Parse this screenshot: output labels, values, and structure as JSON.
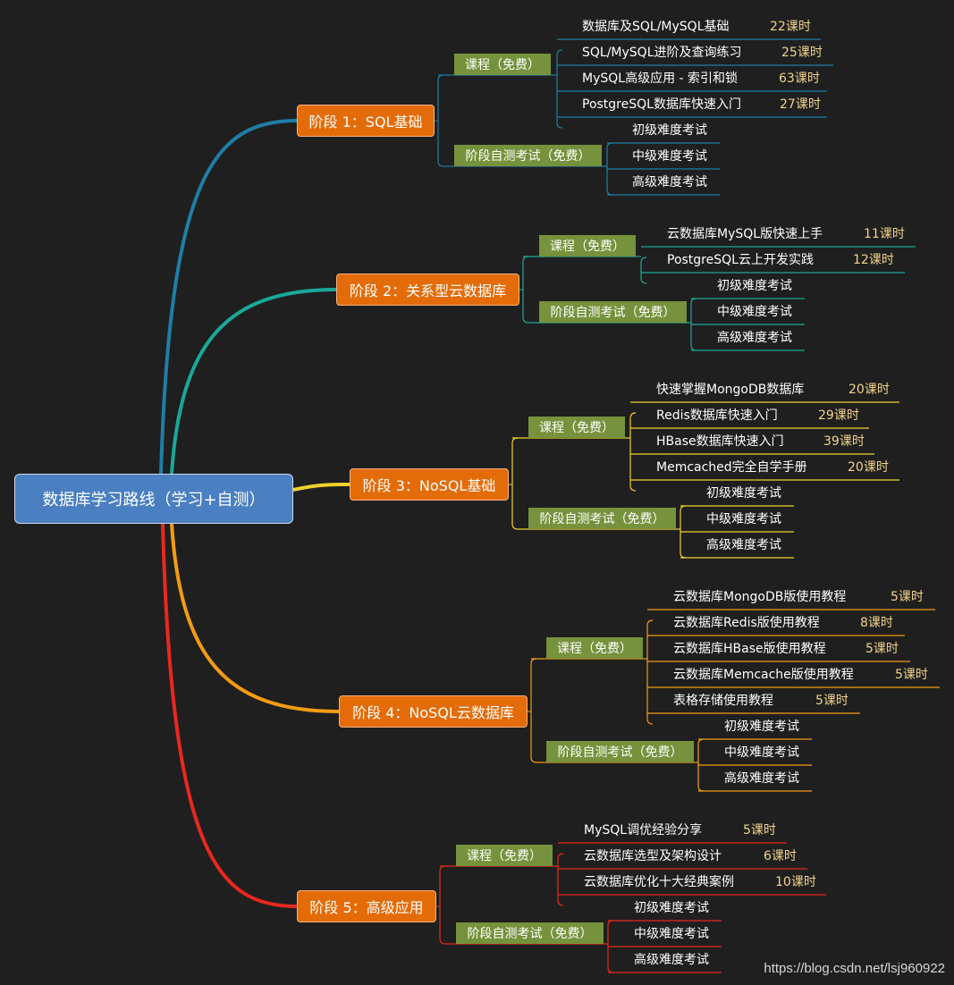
{
  "root": {
    "label": "数据库学习路线（学习+自测）"
  },
  "stages": [
    {
      "label": "阶段 1：SQL基础",
      "color": "#1f7ea6",
      "course_label": "课程（免费）",
      "courses": [
        {
          "name": "数据库及SQL/MySQL基础",
          "hours": "22课时"
        },
        {
          "name": "SQL/MySQL进阶及查询练习",
          "hours": "25课时"
        },
        {
          "name": "MySQL高级应用 - 索引和锁",
          "hours": "63课时"
        },
        {
          "name": "PostgreSQL数据库快速入门",
          "hours": "27课时"
        }
      ],
      "exam_label": "阶段自测考试（免费）",
      "exams": [
        "初级难度考试",
        "中级难度考试",
        "高级难度考试"
      ]
    },
    {
      "label": "阶段 2：关系型云数据库",
      "color": "#1aa89a",
      "course_label": "课程（免费）",
      "courses": [
        {
          "name": "云数据库MySQL版快速上手",
          "hours": "11课时"
        },
        {
          "name": "PostgreSQL云上开发实践",
          "hours": "12课时"
        }
      ],
      "exam_label": "阶段自测考试（免费）",
      "exams": [
        "初级难度考试",
        "中级难度考试",
        "高级难度考试"
      ]
    },
    {
      "label": "阶段 3：NoSQL基础",
      "color": "#f0d12b",
      "course_label": "课程（免费）",
      "courses": [
        {
          "name": "快速掌握MongoDB数据库",
          "hours": "20课时"
        },
        {
          "name": "Redis数据库快速入门",
          "hours": "29课时"
        },
        {
          "name": "HBase数据库快速入门",
          "hours": "39课时"
        },
        {
          "name": "Memcached完全自学手册",
          "hours": "20课时"
        }
      ],
      "exam_label": "阶段自测考试（免费）",
      "exams": [
        "初级难度考试",
        "中级难度考试",
        "高级难度考试"
      ]
    },
    {
      "label": "阶段 4：NoSQL云数据库",
      "color": "#f39c12",
      "course_label": "课程（免费）",
      "courses": [
        {
          "name": "云数据库MongoDB版使用教程",
          "hours": "5课时"
        },
        {
          "name": "云数据库Redis版使用教程",
          "hours": "8课时"
        },
        {
          "name": "云数据库HBase版使用教程",
          "hours": "5课时"
        },
        {
          "name": "云数据库Memcache版使用教程",
          "hours": "5课时"
        },
        {
          "name": "表格存储使用教程",
          "hours": "5课时"
        }
      ],
      "exam_label": "阶段自测考试（免费）",
      "exams": [
        "初级难度考试",
        "中级难度考试",
        "高级难度考试"
      ]
    },
    {
      "label": "阶段 5：高级应用",
      "color": "#e8281f",
      "course_label": "课程（免费）",
      "courses": [
        {
          "name": "MySQL调优经验分享",
          "hours": "5课时"
        },
        {
          "name": "云数据库选型及架构设计",
          "hours": "6课时"
        },
        {
          "name": "云数据库优化十大经典案例",
          "hours": "10课时"
        }
      ],
      "exam_label": "阶段自测考试（免费）",
      "exams": [
        "初级难度考试",
        "中级难度考试",
        "高级难度考试"
      ]
    }
  ],
  "watermark": "https://blog.csdn.net/lsj960922"
}
